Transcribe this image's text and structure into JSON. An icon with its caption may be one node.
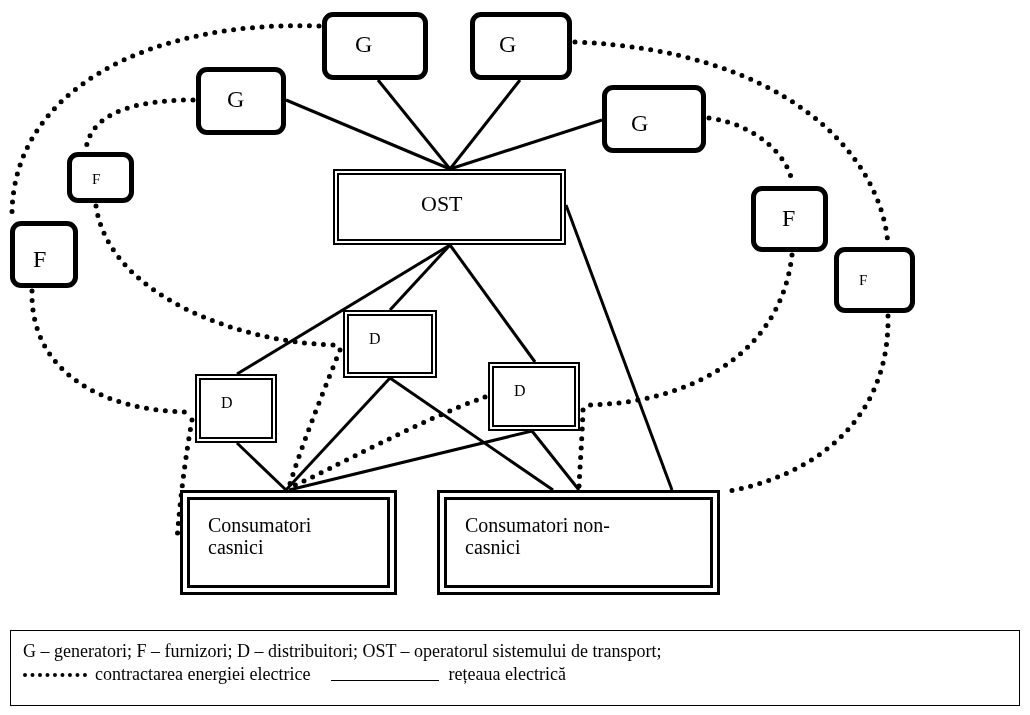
{
  "diagram": {
    "nodes": [
      {
        "text": [
          "G"
        ]
      },
      {
        "text": [
          "G"
        ]
      },
      {
        "text": [
          "G"
        ]
      },
      {
        "text": [
          "G"
        ]
      },
      {
        "text": [
          "F"
        ]
      },
      {
        "text": [
          "OST"
        ]
      },
      {
        "text": [
          "F"
        ]
      },
      {
        "text": [
          "F"
        ]
      },
      {
        "text": [
          "F"
        ]
      },
      {
        "text": [
          "D"
        ]
      },
      {
        "text": [
          "D"
        ]
      },
      {
        "text": [
          "D"
        ]
      },
      {
        "text": [
          "Consumatori casnici"
        ]
      },
      {
        "text": [
          "Consumatori non-casnici"
        ]
      }
    ],
    "edges": [
      {
        "from": 0,
        "to": 5,
        "arrow": "none"
      },
      {
        "from": 1,
        "to": 5,
        "arrow": "none"
      },
      {
        "from": 2,
        "to": 5,
        "arrow": "none"
      },
      {
        "from": 3,
        "to": 5,
        "arrow": "none"
      },
      {
        "from": 5,
        "to": 10,
        "arrow": "none"
      },
      {
        "from": 5,
        "to": 9,
        "arrow": "none"
      },
      {
        "from": 5,
        "to": 11,
        "arrow": "none"
      },
      {
        "from": 5,
        "to": 13,
        "arrow": "none"
      },
      {
        "from": 10,
        "to": 12,
        "arrow": "none"
      },
      {
        "from": 9,
        "to": 12,
        "arrow": "none"
      },
      {
        "from": 9,
        "to": 13,
        "arrow": "none"
      },
      {
        "from": 11,
        "to": 12,
        "arrow": "none"
      },
      {
        "from": 11,
        "to": 13,
        "arrow": "none"
      },
      {
        "from": 0,
        "to": 7,
        "arrow": "none",
        "style": "dashed"
      },
      {
        "from": 7,
        "to": 10,
        "arrow": "none",
        "style": "dashed"
      },
      {
        "from": 2,
        "to": 4,
        "arrow": "none",
        "style": "dashed"
      },
      {
        "from": 4,
        "to": 9,
        "arrow": "none",
        "style": "dashed"
      },
      {
        "from": 1,
        "to": 8,
        "arrow": "none",
        "style": "dashed"
      },
      {
        "from": 8,
        "to": 13,
        "arrow": "none",
        "style": "dashed"
      },
      {
        "from": 3,
        "to": 6,
        "arrow": "none",
        "style": "dashed"
      },
      {
        "from": 6,
        "to": 11,
        "arrow": "none",
        "style": "dashed"
      },
      {
        "from": 10,
        "to": 12,
        "arrow": "none",
        "style": "dashed"
      },
      {
        "from": 9,
        "to": 12,
        "arrow": "none",
        "style": "dashed"
      },
      {
        "from": 11,
        "to": 12,
        "arrow": "none",
        "style": "dashed"
      },
      {
        "from": 11,
        "to": 13,
        "arrow": "none",
        "style": "dashed"
      }
    ],
    "labels": [
      "G – generatori; F – furnizori; D – distribuitori; OST – operatorul sistemului de transport;"
    ],
    "legend": [
      {
        "text": "contractarea energiei electrice"
      },
      {
        "text": "rețeaua electrică"
      }
    ]
  }
}
